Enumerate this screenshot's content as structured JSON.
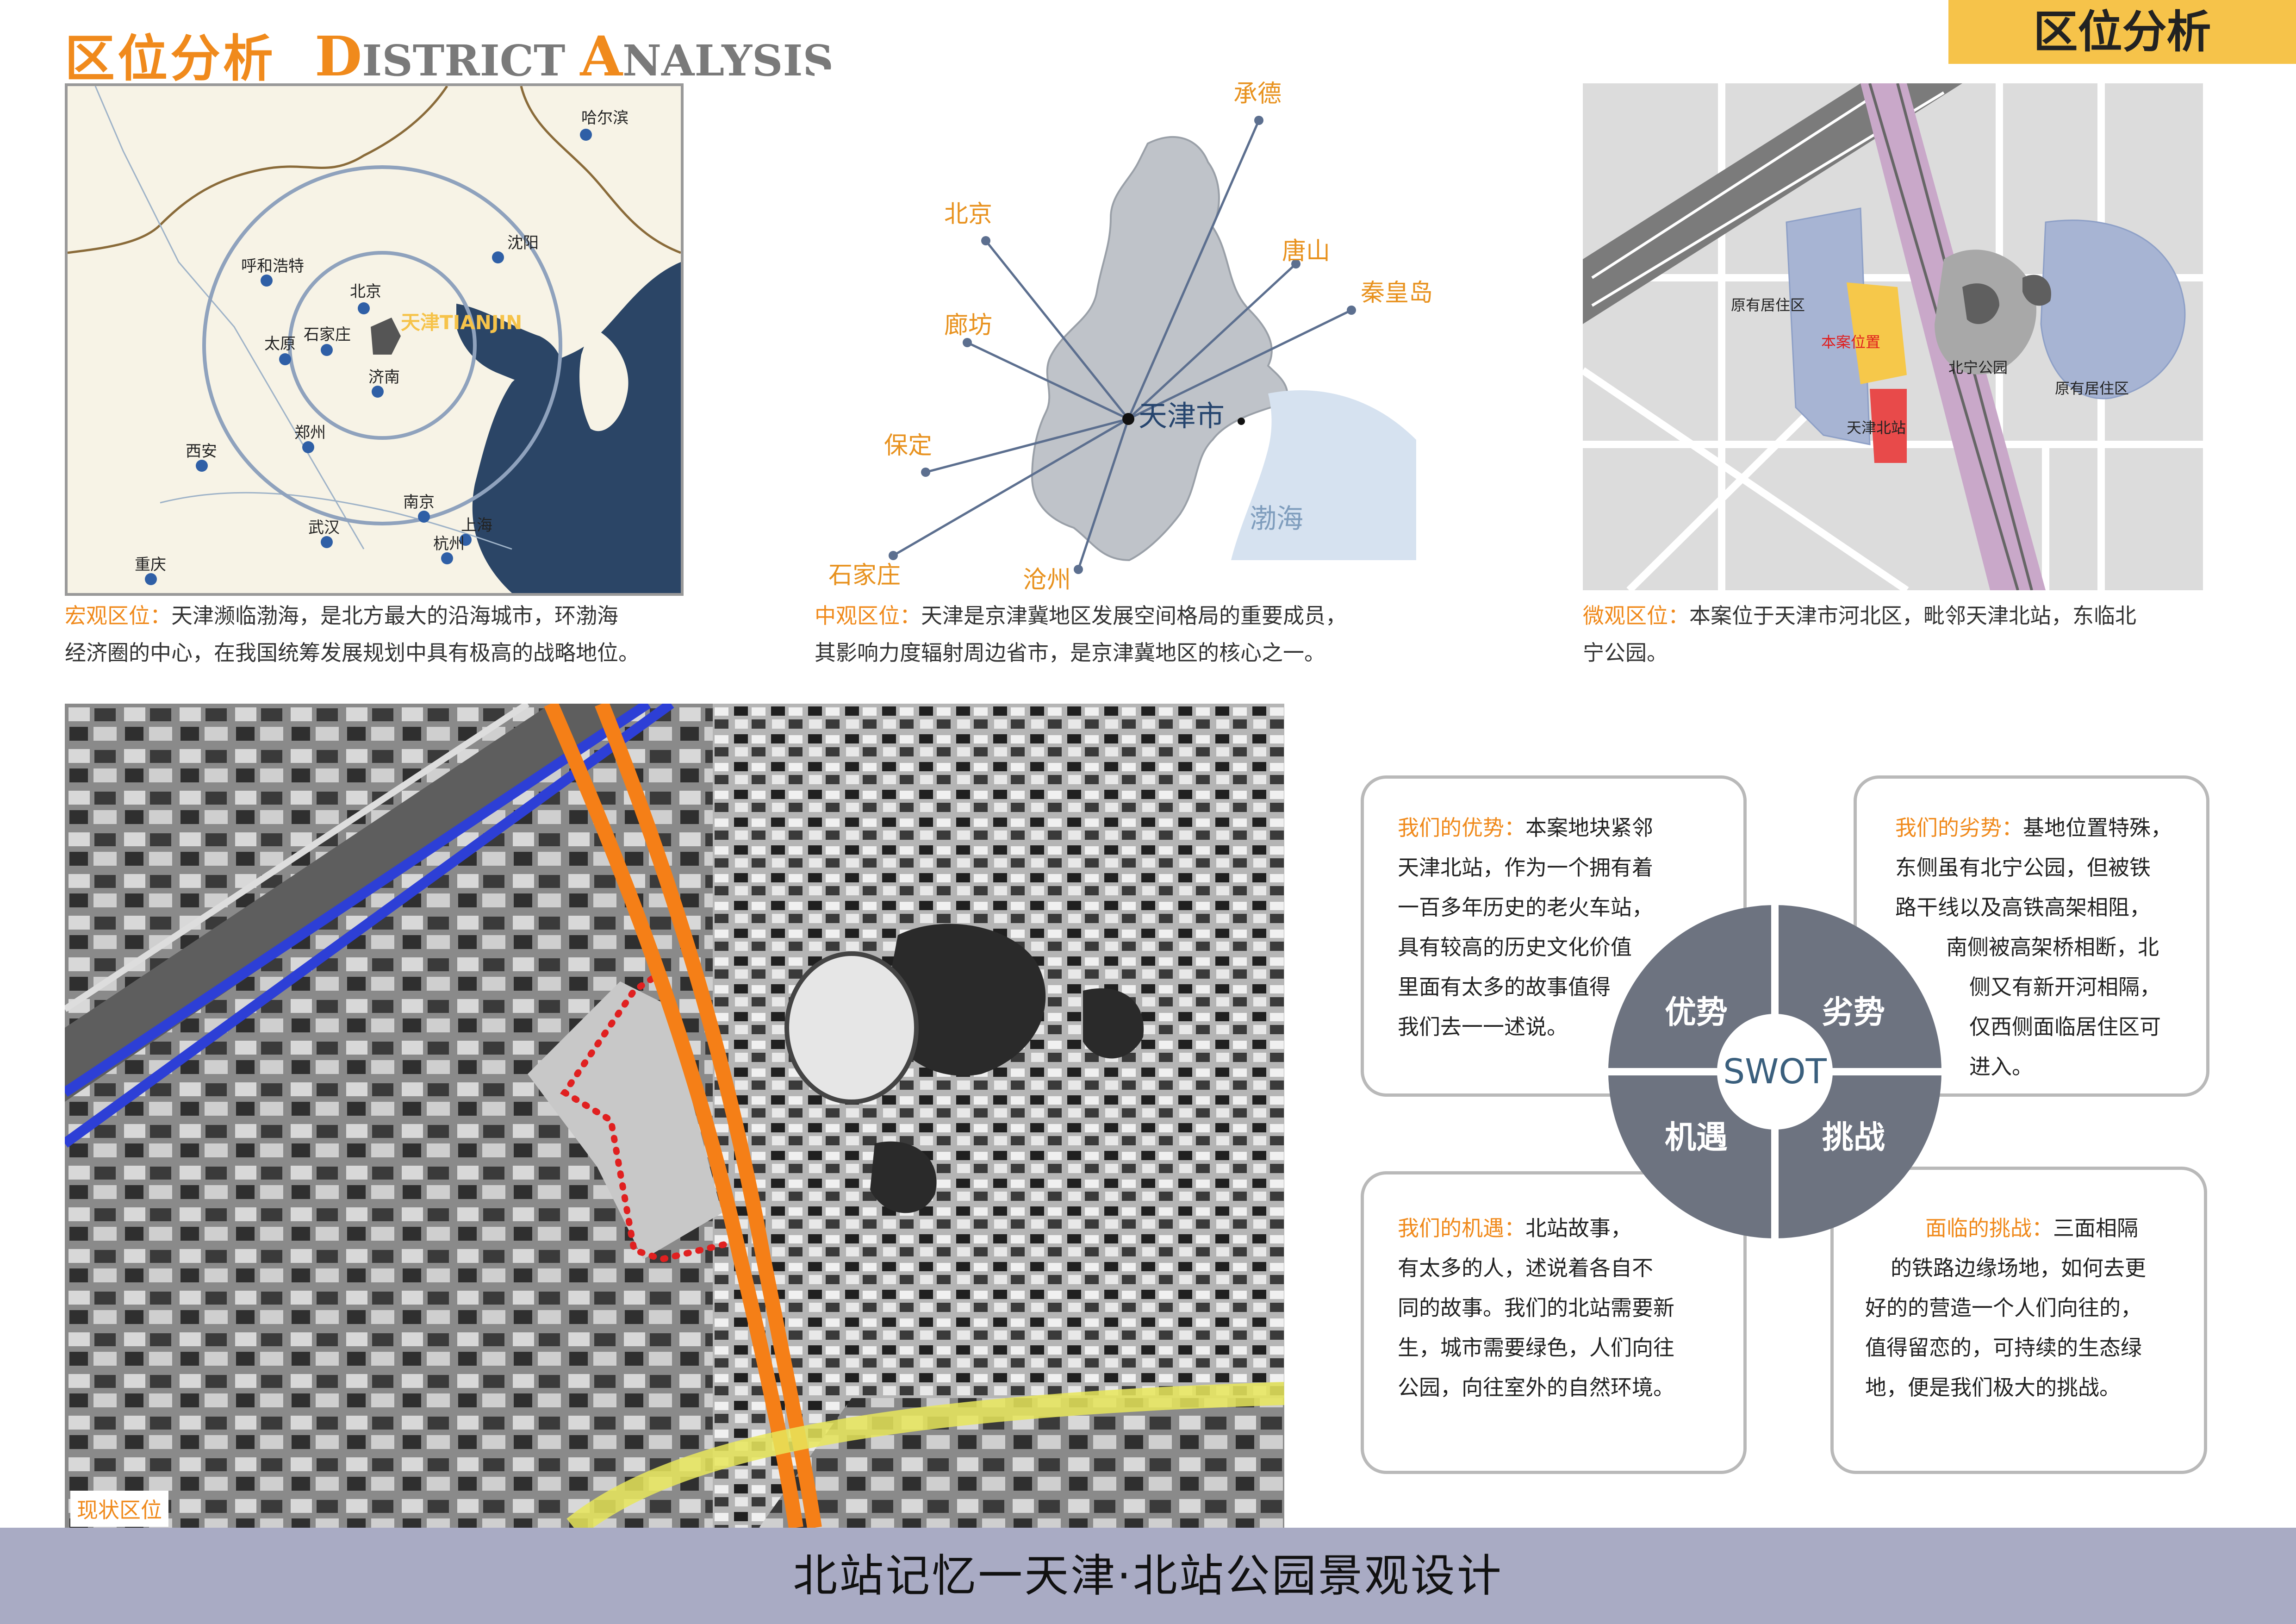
{
  "header": {
    "title_cn": "区位分析",
    "title_en_1_cap": "D",
    "title_en_1_rest": "ISTRICT",
    "title_en_2_cap": "A",
    "title_en_2_rest": "NALYSIS",
    "tag": "区位分析"
  },
  "macro_map": {
    "cities": [
      "哈尔滨",
      "沈阳",
      "呼和浩特",
      "北京",
      "太原",
      "石家庄",
      "济南",
      "郑州",
      "西安",
      "南京",
      "上海",
      "武汉",
      "杭州",
      "重庆"
    ],
    "highlight": "天津TIANJIN"
  },
  "macro_caption": {
    "label": "宏观区位：",
    "line1": "天津濒临渤海，是北方最大的沿海城市，环渤海",
    "line2": "经济圈的中心，在我国统筹发展规划中具有极高的战略地位。"
  },
  "meso_map": {
    "city": "天津市",
    "sea": "渤海",
    "spokes": [
      "承德",
      "北京",
      "唐山",
      "秦皇岛",
      "廊坊",
      "保定",
      "石家庄",
      "沧州"
    ]
  },
  "meso_caption": {
    "label": "中观区位：",
    "line1": "天津是京津冀地区发展空间格局的重要成员，",
    "line2": "其影响力度辐射周边省市，是京津冀地区的核心之一。"
  },
  "micro_map": {
    "labels": [
      "原有居住区",
      "本案位置",
      "北宁公园",
      "原有居住区",
      "天津北站"
    ]
  },
  "micro_caption": {
    "label": "微观区位：",
    "line1": "本案位于天津市河北区，毗邻天津北站，东临北",
    "line2": "宁公园。"
  },
  "aerial": {
    "label": "现状区位"
  },
  "swot": {
    "center": "SWOT",
    "quadrants": [
      "优势",
      "劣势",
      "机遇",
      "挑战"
    ],
    "strength": {
      "label": "我们的优势：",
      "lines": [
        "本案地块紧邻",
        "天津北站，作为一个拥有着",
        "一百多年历史的老火车站，",
        "具有较高的历史文化价值",
        "里面有太多的故事值得",
        "我们去一一述说。"
      ]
    },
    "weakness": {
      "label": "我们的劣势：",
      "lines": [
        "基地位置特殊，",
        "东侧虽有北宁公园，但被铁",
        "路干线以及高铁高架相阻，",
        "南侧被高架桥相断，北",
        "侧又有新开河相隔，",
        "仅西侧面临居住区可",
        "进入。"
      ]
    },
    "opportunity": {
      "label": "我们的机遇：",
      "lines": [
        "北站故事，",
        "有太多的人，述说着各自不",
        "同的故事。我们的北站需要新",
        "生，城市需要绿色，人们向往",
        "公园，向往室外的自然环境。"
      ]
    },
    "threat": {
      "label": "面临的挑战：",
      "lines": [
        "三面相隔",
        "的铁路边缘场地，如何去更",
        "好的的营造一个人们向往的，",
        "值得留恋的，可持续的生态绿",
        "地，便是我们极大的挑战。"
      ]
    }
  },
  "footer": {
    "title": "北站记忆一天津·北站公园景观设计"
  },
  "colors": {
    "accent": "#f08a1c",
    "tag": "#f6c34a",
    "footer": "#a9abc4",
    "sea": "#2b4566",
    "swot": "#6b7280"
  }
}
